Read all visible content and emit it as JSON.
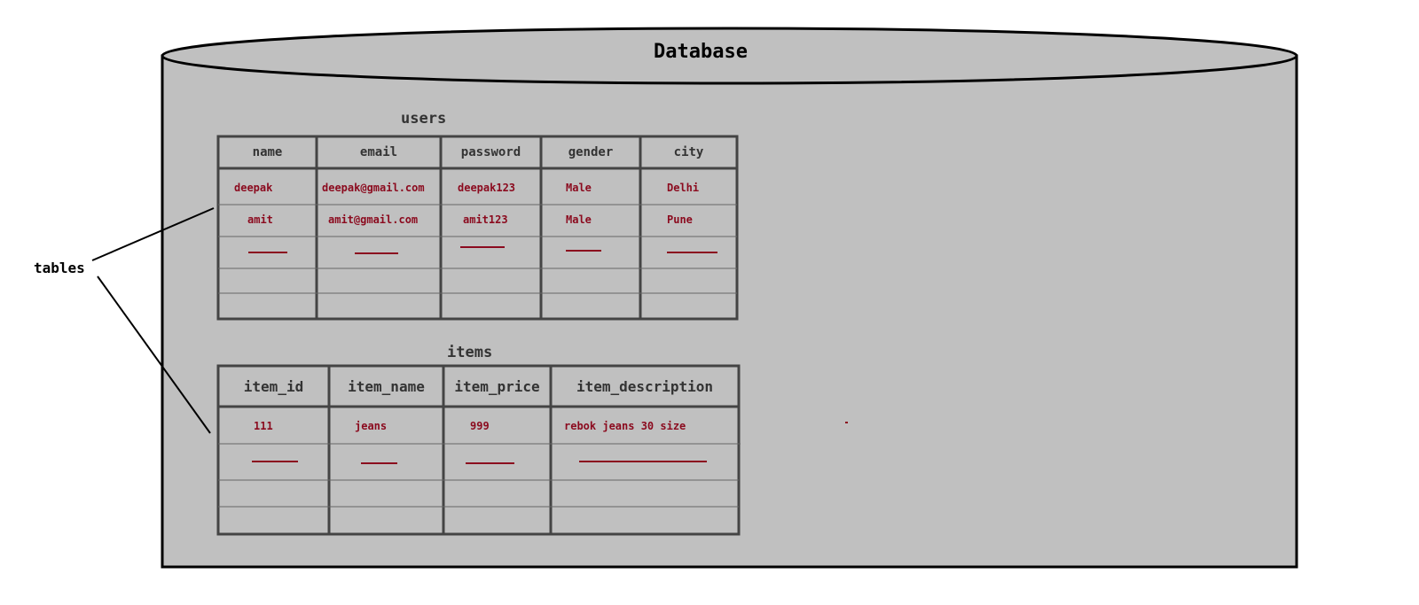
{
  "database": {
    "label": "Database"
  },
  "callout": {
    "label": "tables"
  },
  "users_table": {
    "title": "users",
    "columns": [
      "name",
      "email",
      "password",
      "gender",
      "city"
    ],
    "rows": [
      [
        "deepak",
        "deepak@gmail.com",
        "deepak123",
        "Male",
        "Delhi"
      ],
      [
        "amit",
        "amit@gmail.com",
        "amit123",
        "Male",
        "Pune"
      ]
    ]
  },
  "items_table": {
    "title": "items",
    "columns": [
      "item_id",
      "item_name",
      "item_price",
      "item_description"
    ],
    "rows": [
      [
        "111",
        "jeans",
        "999",
        "rebok jeans 30 size"
      ]
    ]
  },
  "colors": {
    "cylinder_fill": "#c0c0c0",
    "outline": "#000000",
    "table_border": "#3d3d3d",
    "value_text": "#8b0a1e"
  }
}
